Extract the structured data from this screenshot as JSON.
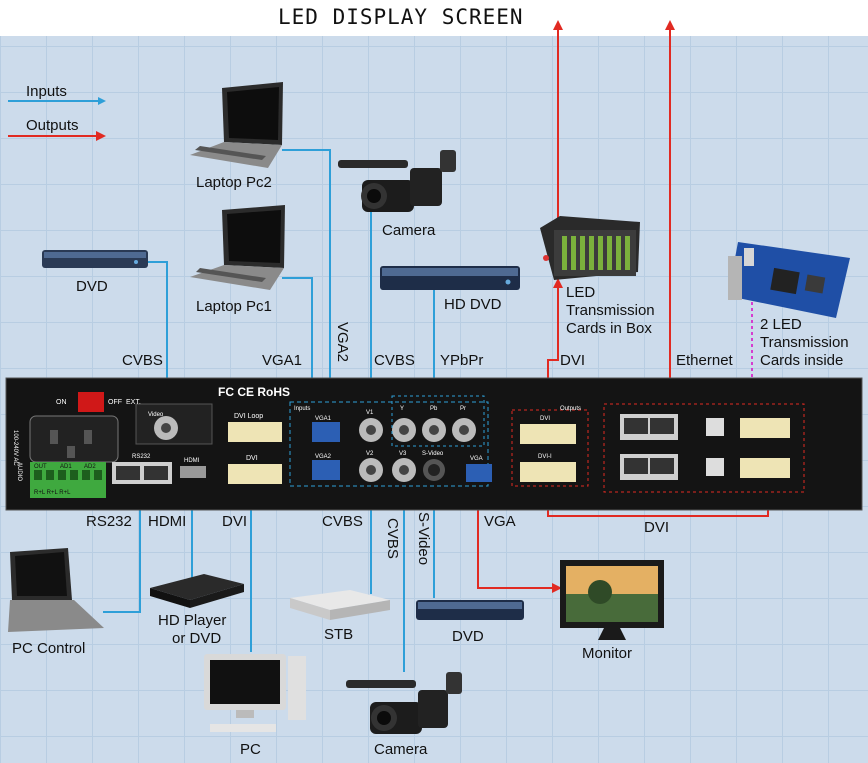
{
  "title": "LED DISPLAY SCREEN",
  "legend": {
    "inputs": "Inputs",
    "outputs": "Outputs"
  },
  "colors": {
    "input": "#2e9fd8",
    "output": "#e12a22",
    "ethernet": "#d63ccf",
    "panel": "#141414",
    "background": "#ccdbeb"
  },
  "devices": {
    "laptop_pc2": "Laptop Pc2",
    "laptop_pc1": "Laptop Pc1",
    "dvd_left": "DVD",
    "camera_top": "Camera",
    "hd_dvd": "HD DVD",
    "led_cards_box": [
      "LED",
      "Transmission",
      "Cards in Box"
    ],
    "led_cards_inside": [
      "2 LED",
      "Transmission",
      "Cards inside"
    ],
    "pc_control": "PC Control",
    "hd_player": [
      "HD Player",
      "or DVD"
    ],
    "pc": "PC",
    "stb": "STB",
    "camera_bottom": "Camera",
    "dvd_bottom": "DVD",
    "monitor": "Monitor"
  },
  "signals": {
    "cvbs_left": "CVBS",
    "vga1": "VGA1",
    "vga2": "VGA2",
    "cvbs_top": "CVBS",
    "ypbpr": "YPbPr",
    "dvi_top": "DVI",
    "ethernet": "Ethernet",
    "rs232": "RS232",
    "hdmi": "HDMI",
    "dvi_bottom": "DVI",
    "cvbs_bottom": "CVBS",
    "cvbs_vertical": "CVBS",
    "svideo": "S-Video",
    "vga_bottom": "VGA",
    "dvi_out": "DVI"
  },
  "panel": {
    "on": "ON",
    "off": "OFF",
    "ext": "EXT.",
    "power": "100-240V AC",
    "video": "Video",
    "dvi_loop": "DVI Loop",
    "inputs_box": "Inputs",
    "vga1": "VGA1",
    "vga2": "VGA2",
    "v1": "V1",
    "v2": "V2",
    "v3": "V3",
    "y": "Y",
    "pb": "Pb",
    "pr": "Pr",
    "svideo": "S-Video",
    "rs232": "RS232",
    "hdmi": "HDMI",
    "dvi": "DVI",
    "vga": "VGA",
    "outputs": "Outputs",
    "dvi_out1": "DVI",
    "dvi_out2": "DVI-I",
    "audio": "AUDIO",
    "out": "OUT",
    "ad1": "AD1",
    "ad2": "AD2",
    "rl": "R+L R+L R+L",
    "fc": "FC CE RoHS"
  }
}
